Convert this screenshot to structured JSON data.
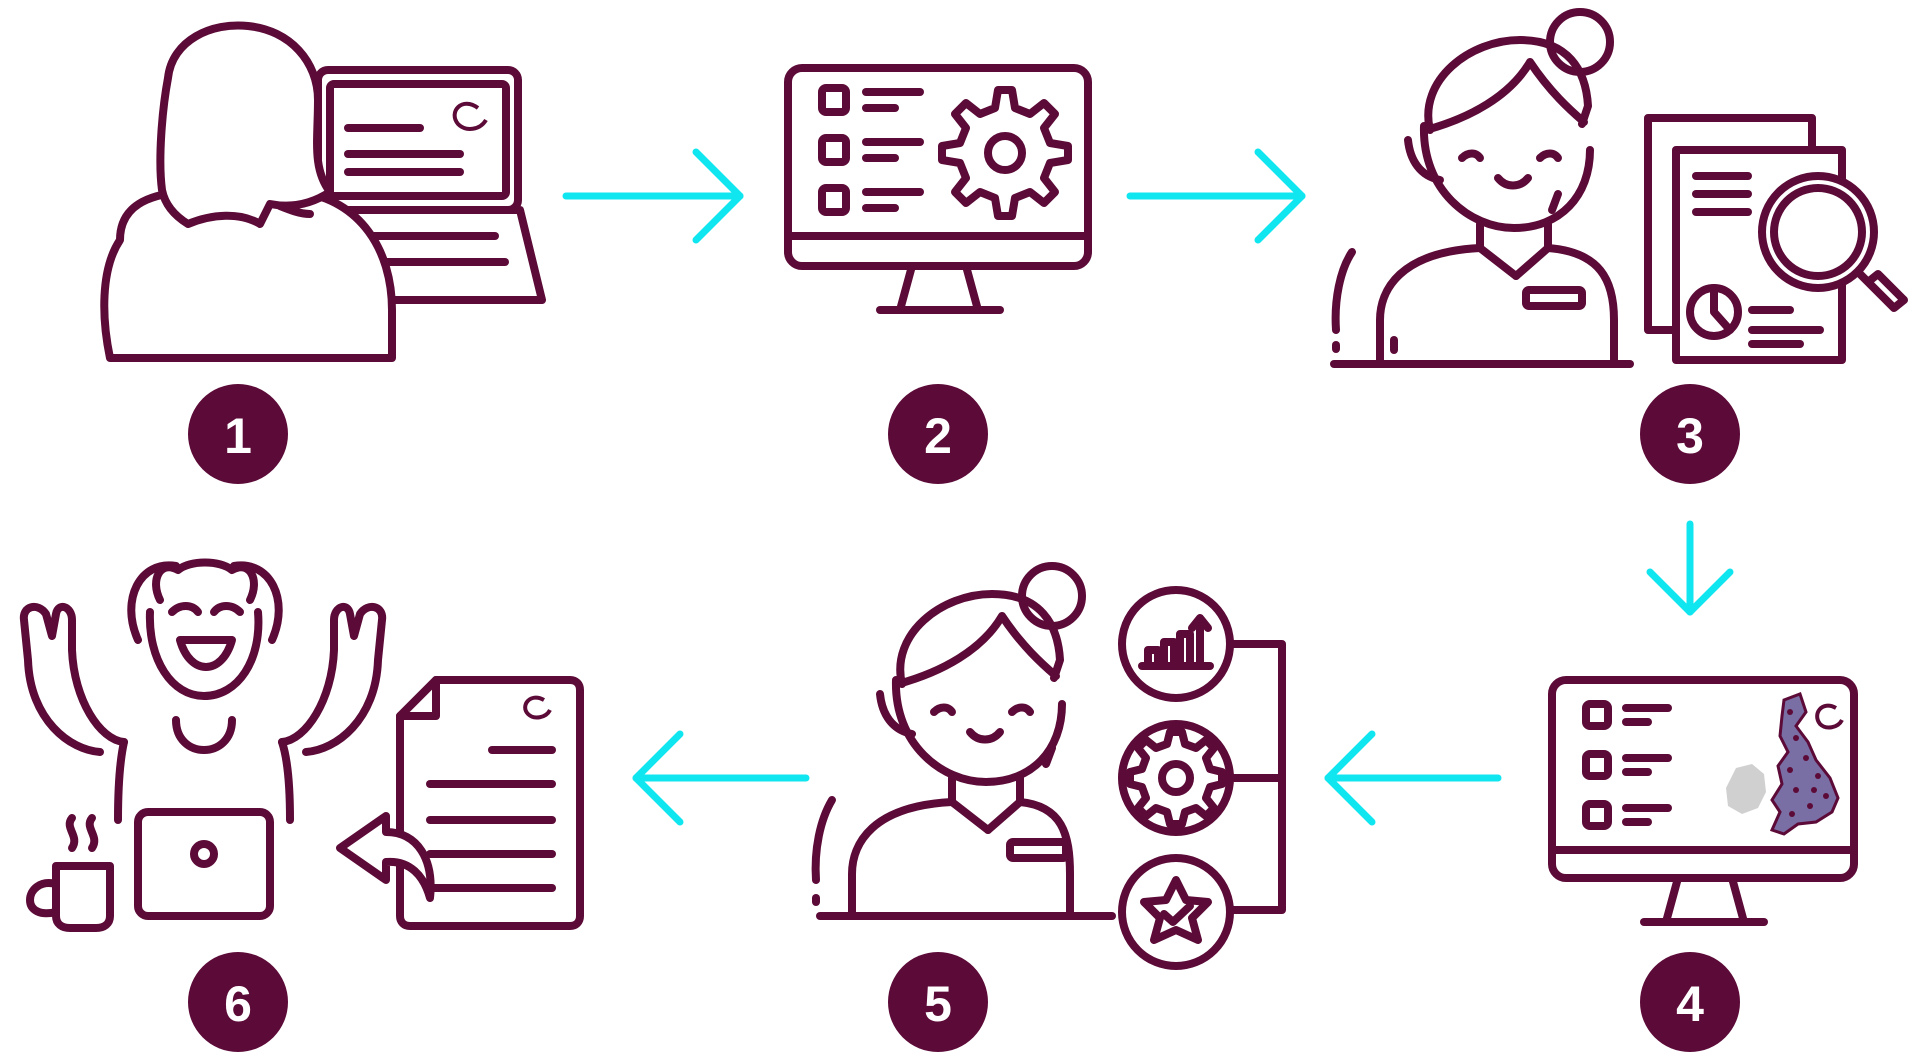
{
  "colors": {
    "plum": "#5c0a37",
    "cyan": "#10e6f0",
    "map_gray": "#d0d0d0",
    "map_dots": "#7a6fa5"
  },
  "steps": [
    {
      "number": "1",
      "icon": "person-at-laptop-icon"
    },
    {
      "number": "2",
      "icon": "monitor-settings-icon"
    },
    {
      "number": "3",
      "icon": "staff-reviewing-documents-icon"
    },
    {
      "number": "4",
      "icon": "monitor-uk-map-icon"
    },
    {
      "number": "5",
      "icon": "staff-results-options-icon"
    },
    {
      "number": "6",
      "icon": "happy-person-with-report-icon"
    }
  ]
}
